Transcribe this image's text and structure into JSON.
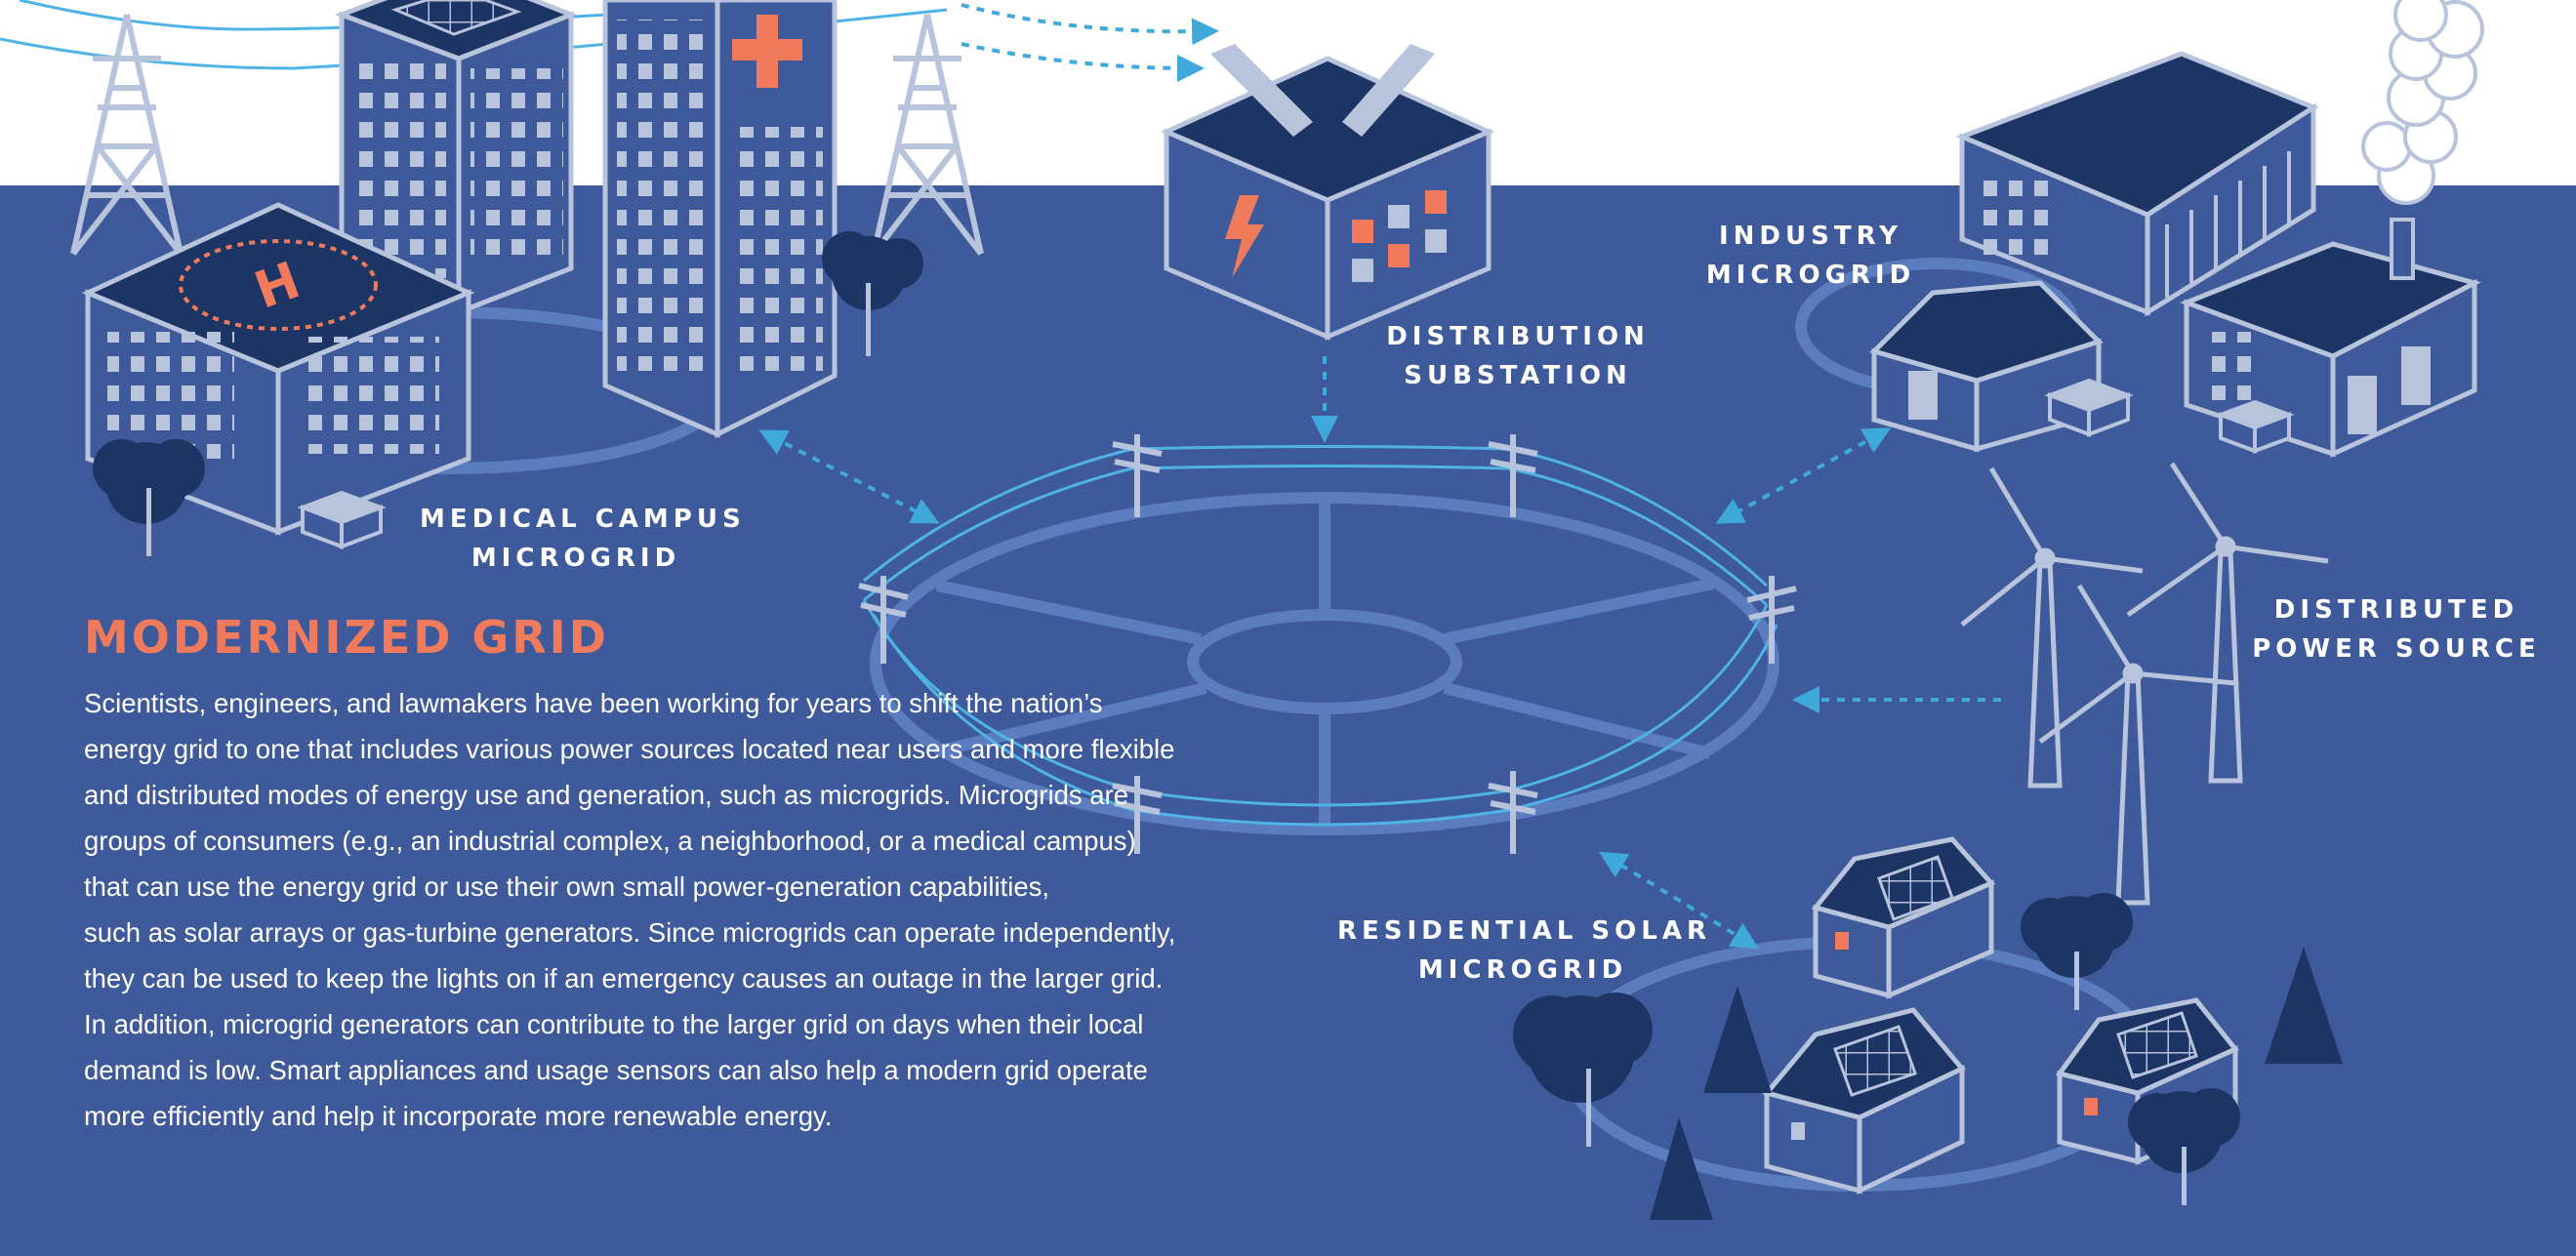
{
  "labels": {
    "medical_campus": [
      "MEDICAL CAMPUS",
      "MICROGRID"
    ],
    "distribution_substation": [
      "DISTRIBUTION",
      "SUBSTATION"
    ],
    "industry": [
      "INDUSTRY",
      "MICROGRID"
    ],
    "distributed_power": [
      "DISTRIBUTED",
      "POWER SOURCE"
    ],
    "residential_solar": [
      "RESIDENTIAL SOLAR",
      "MICROGRID"
    ]
  },
  "helipad_letter": "H",
  "heading": "MODERNIZED GRID",
  "body_lines": [
    "Scientists, engineers, and lawmakers have been working for years to shift the nation’s",
    "energy grid to one that includes various power sources located near users and more flexible",
    "and distributed modes of energy use and generation, such as microgrids. Microgrids are",
    "groups of consumers (e.g., an industrial complex, a neighborhood, or a medical campus)",
    "that can use the energy grid or use their own small power-generation capabilities,",
    "such as solar arrays or gas-turbine generators. Since microgrids can operate independently,",
    "they can be used to keep the lights on if an emergency causes an outage in the larger grid.",
    "In addition, microgrid generators can contribute to the larger grid on days when their local",
    "demand is low. Smart appliances and usage sensors can also help a modern grid operate",
    "more efficiently and help it incorporate more renewable energy."
  ],
  "colors": {
    "background": "#3f5a9a",
    "sky": "#ffffff",
    "dark_navy": "#1c3564",
    "outline": "#b8c3dc",
    "accent_orange": "#ef7b5c",
    "cyan_line": "#3fa9dc",
    "ring": "#5b7dbf"
  }
}
